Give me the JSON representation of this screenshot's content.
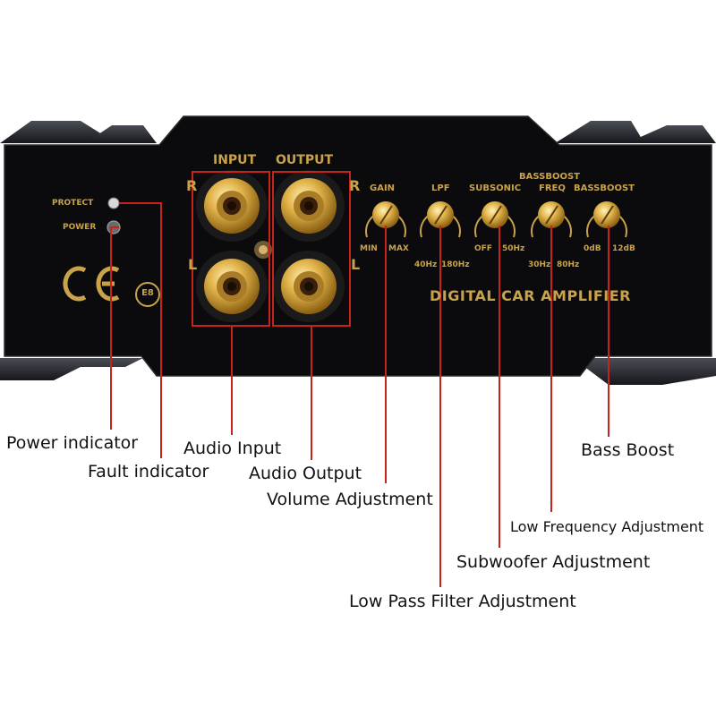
{
  "panel": {
    "leds": {
      "protect": "PROTECT",
      "power": "POWER"
    },
    "rca": {
      "input": "INPUT",
      "output": "OUTPUT",
      "r_left": "R",
      "r_right": "R",
      "l_left": "L",
      "l_right": "L"
    },
    "knobs": {
      "gain": {
        "label": "GAIN",
        "min": "MIN",
        "max": "MAX"
      },
      "lpf": {
        "label": "LPF",
        "min": "40Hz",
        "max": "180Hz"
      },
      "subsonic": {
        "label": "SUBSONIC",
        "min": "OFF",
        "max": "50Hz"
      },
      "freq": {
        "label_top": "BASSBOOST",
        "label": "FREQ",
        "min": "30Hz",
        "max": "80Hz"
      },
      "bassboost": {
        "label": "BASSBOOST",
        "min": "0dB",
        "max": "12dB"
      }
    },
    "model_text": "DIGITAL CAR AMPLIFIER",
    "ce_mark": "CE",
    "e_mark": "E8"
  },
  "callouts": {
    "power_indicator": "Power indicator",
    "fault_indicator": "Fault indicator",
    "audio_input": "Audio Input",
    "audio_output": "Audio Output",
    "volume_adjustment": "Volume Adjustment",
    "low_pass_filter": "Low Pass Filter Adjustment",
    "subwoofer_adjustment": "Subwoofer Adjustment",
    "low_frequency_adjustment": "Low Frequency Adjustment",
    "bass_boost": "Bass Boost"
  },
  "colors": {
    "panel": "#0b0b0d",
    "gold": "#c9a24a",
    "callout_line": "#c8231b",
    "text": "#111111"
  }
}
